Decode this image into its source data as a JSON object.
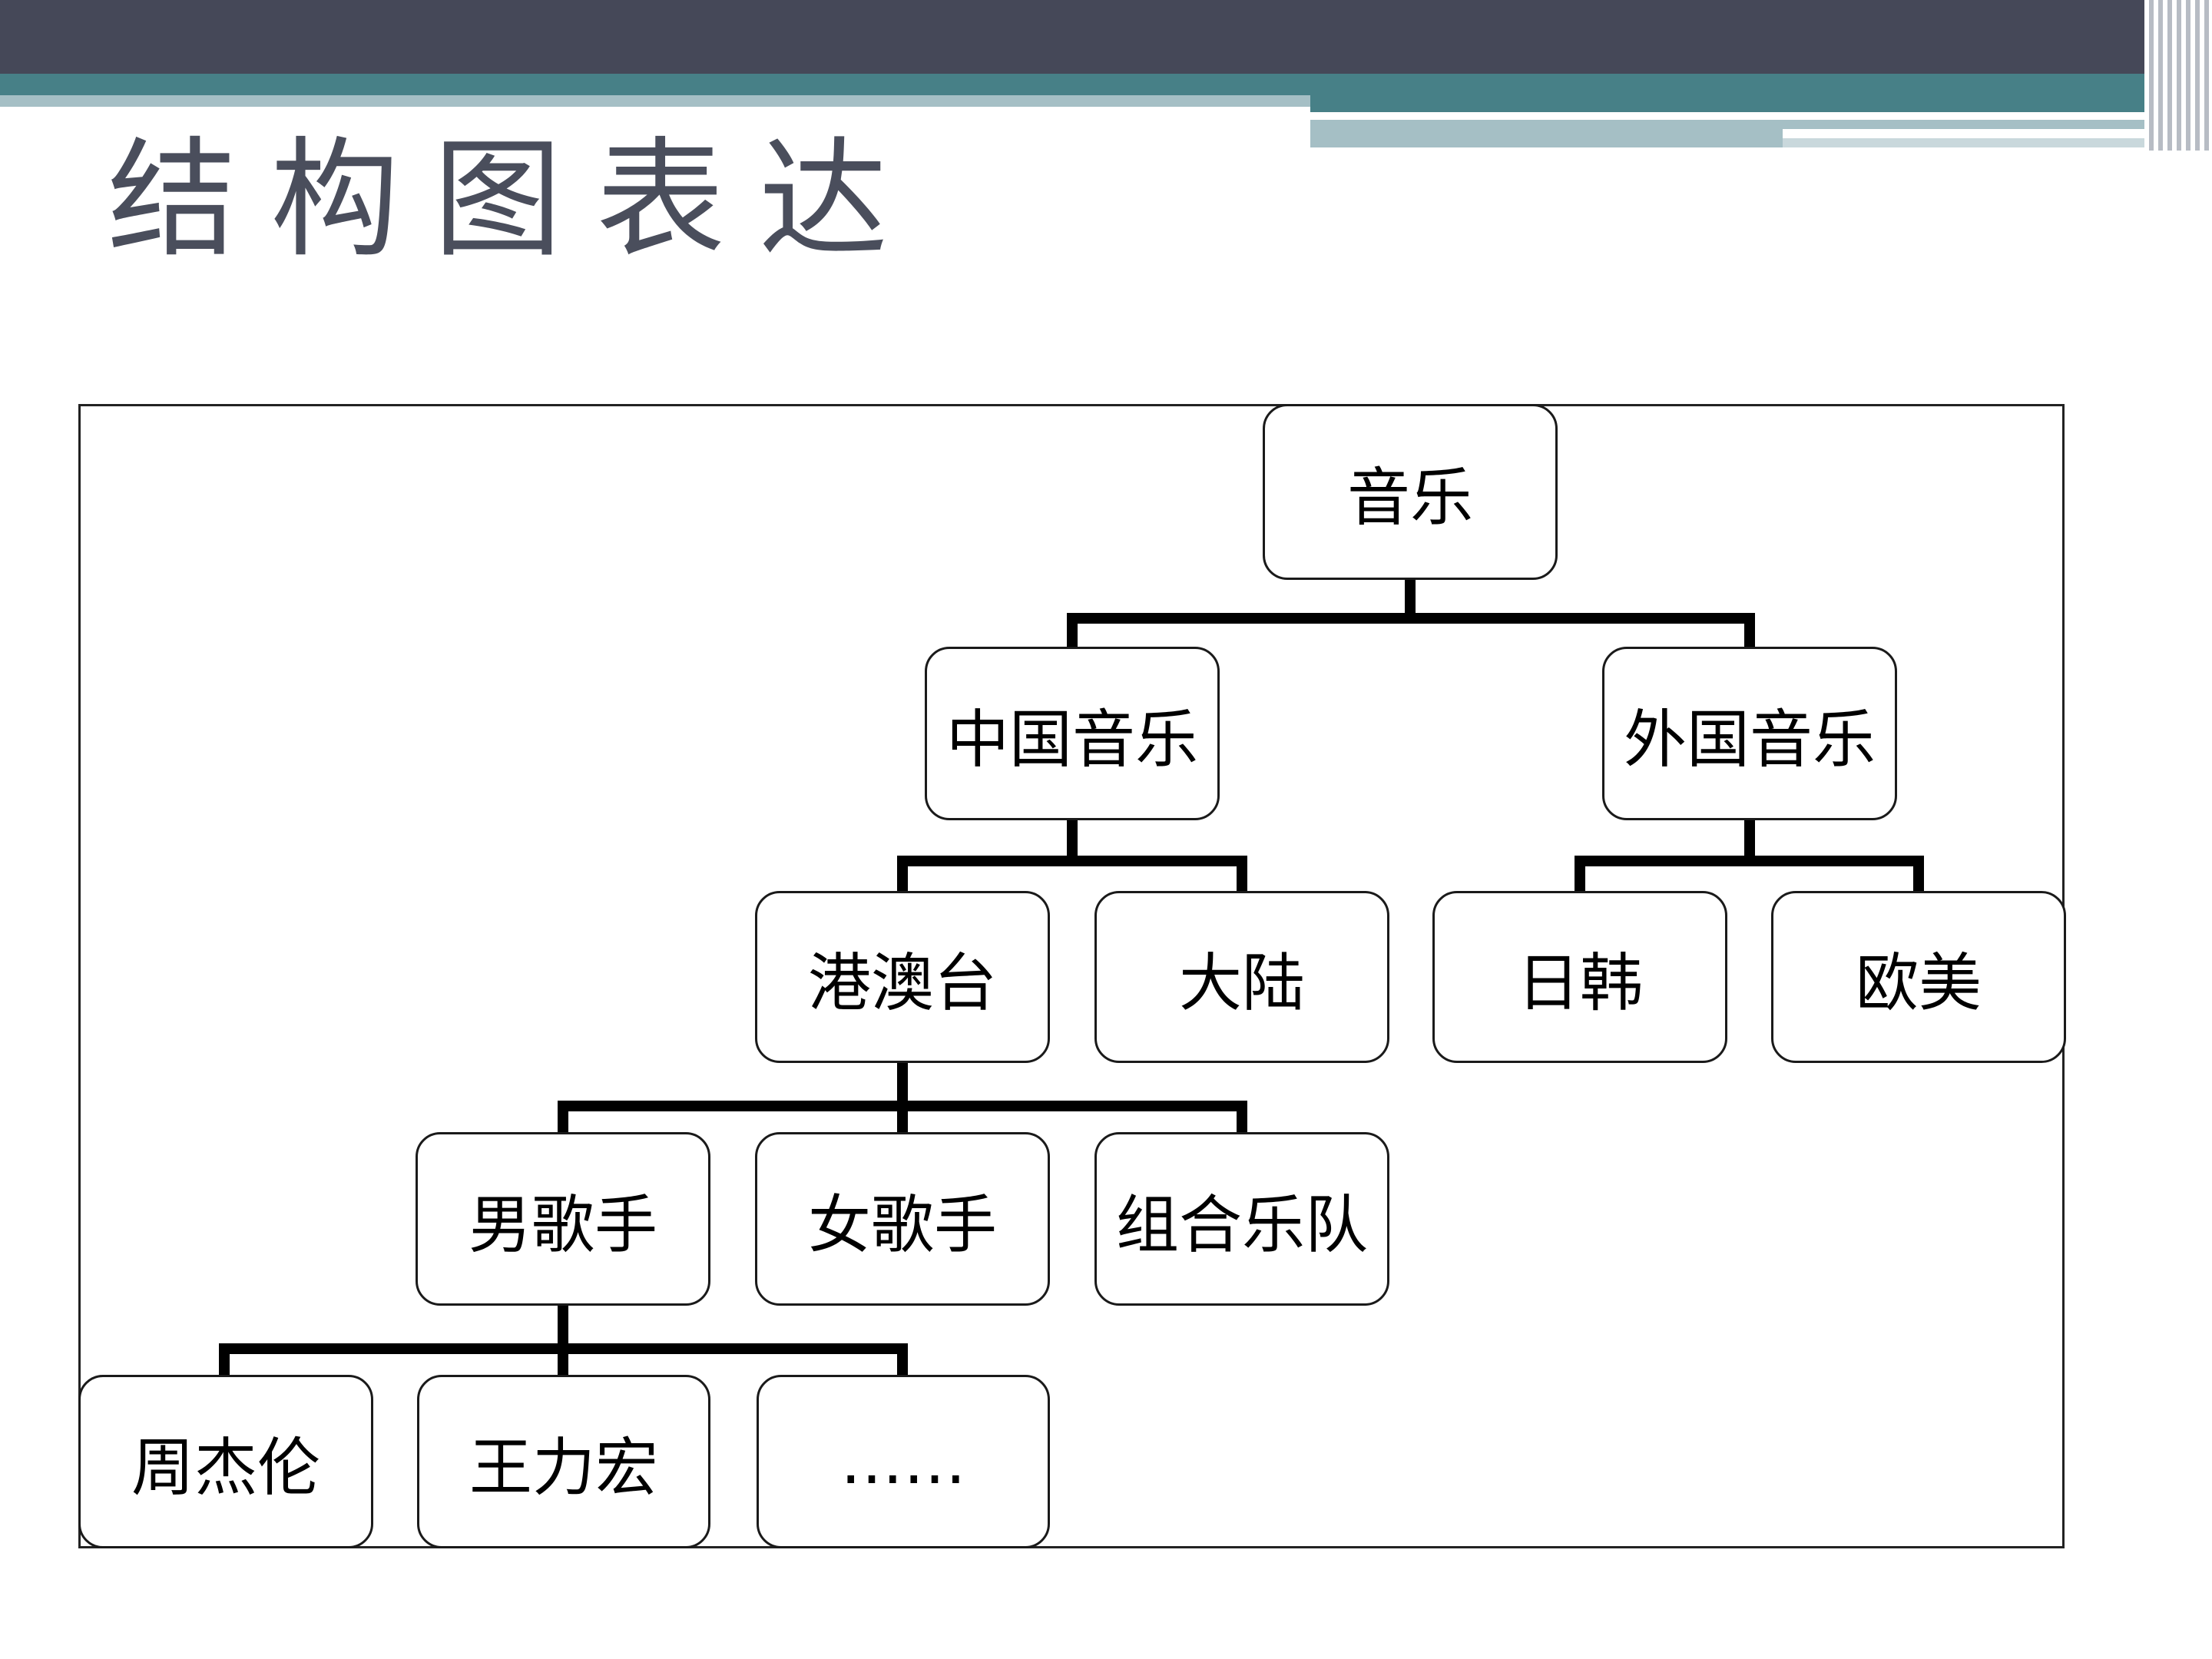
{
  "slide": {
    "title": "结构图表达"
  },
  "theme": {
    "header_dark": "#454858",
    "header_teal": "#478087",
    "header_light": "#a5bfc5",
    "title_color": "#4a4e5c",
    "line_color": "#000000"
  },
  "diagram": {
    "root": "音乐",
    "level1": [
      "中国音乐",
      "外国音乐"
    ],
    "china_children": [
      "港澳台",
      "大陆"
    ],
    "foreign_children": [
      "日韩",
      "欧美"
    ],
    "hmt_children": [
      "男歌手",
      "女歌手",
      "组合乐队"
    ],
    "male_singers": [
      "周杰伦",
      "王力宏",
      "……"
    ]
  }
}
